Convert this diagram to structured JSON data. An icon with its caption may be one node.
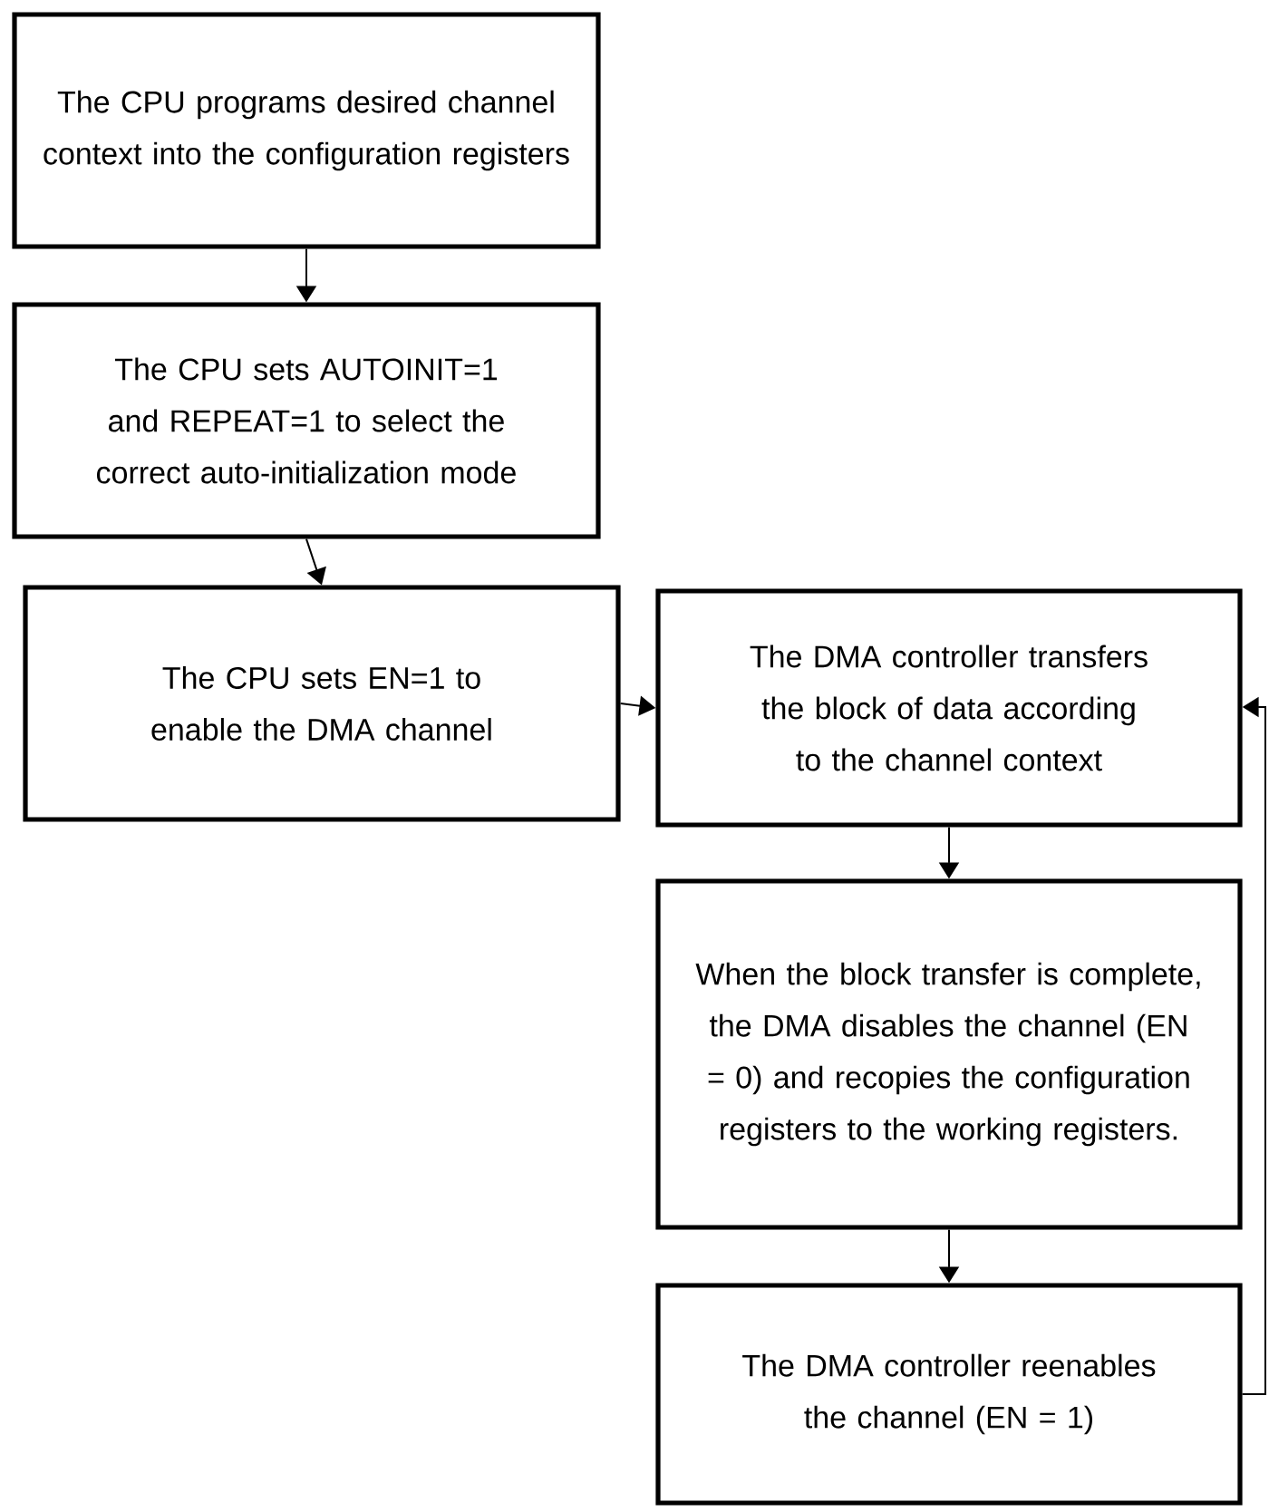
{
  "diagram": {
    "nodes": [
      {
        "text": [
          "The CPU programs desired channel context into the configuration registers"
        ]
      },
      {
        "text": [
          "The CPU sets AUTOINIT=1 and REPEAT=1 to select the correct auto-initialization mode"
        ]
      },
      {
        "text": [
          "The CPU sets EN=1 to enable the DMA channel"
        ]
      },
      {
        "text": [
          "The DMA controller transfers the block of data according to the channel context"
        ]
      },
      {
        "text": [
          "When the block transfer is complete, the DMA disables the channel (EN = 0) and recopies the configuration registers to the working registers."
        ]
      },
      {
        "text": [
          "The DMA controller reenables the channel (EN = 1)"
        ]
      }
    ],
    "edges": [
      {
        "from": 0,
        "to": 1,
        "arrow": "to"
      },
      {
        "from": 1,
        "to": 2,
        "arrow": "to"
      },
      {
        "from": 2,
        "to": 3,
        "arrow": "to"
      },
      {
        "from": 3,
        "to": 4,
        "arrow": "to"
      },
      {
        "from": 4,
        "to": 5,
        "arrow": "to"
      },
      {
        "from": 5,
        "to": 3,
        "arrow": "to"
      }
    ]
  }
}
